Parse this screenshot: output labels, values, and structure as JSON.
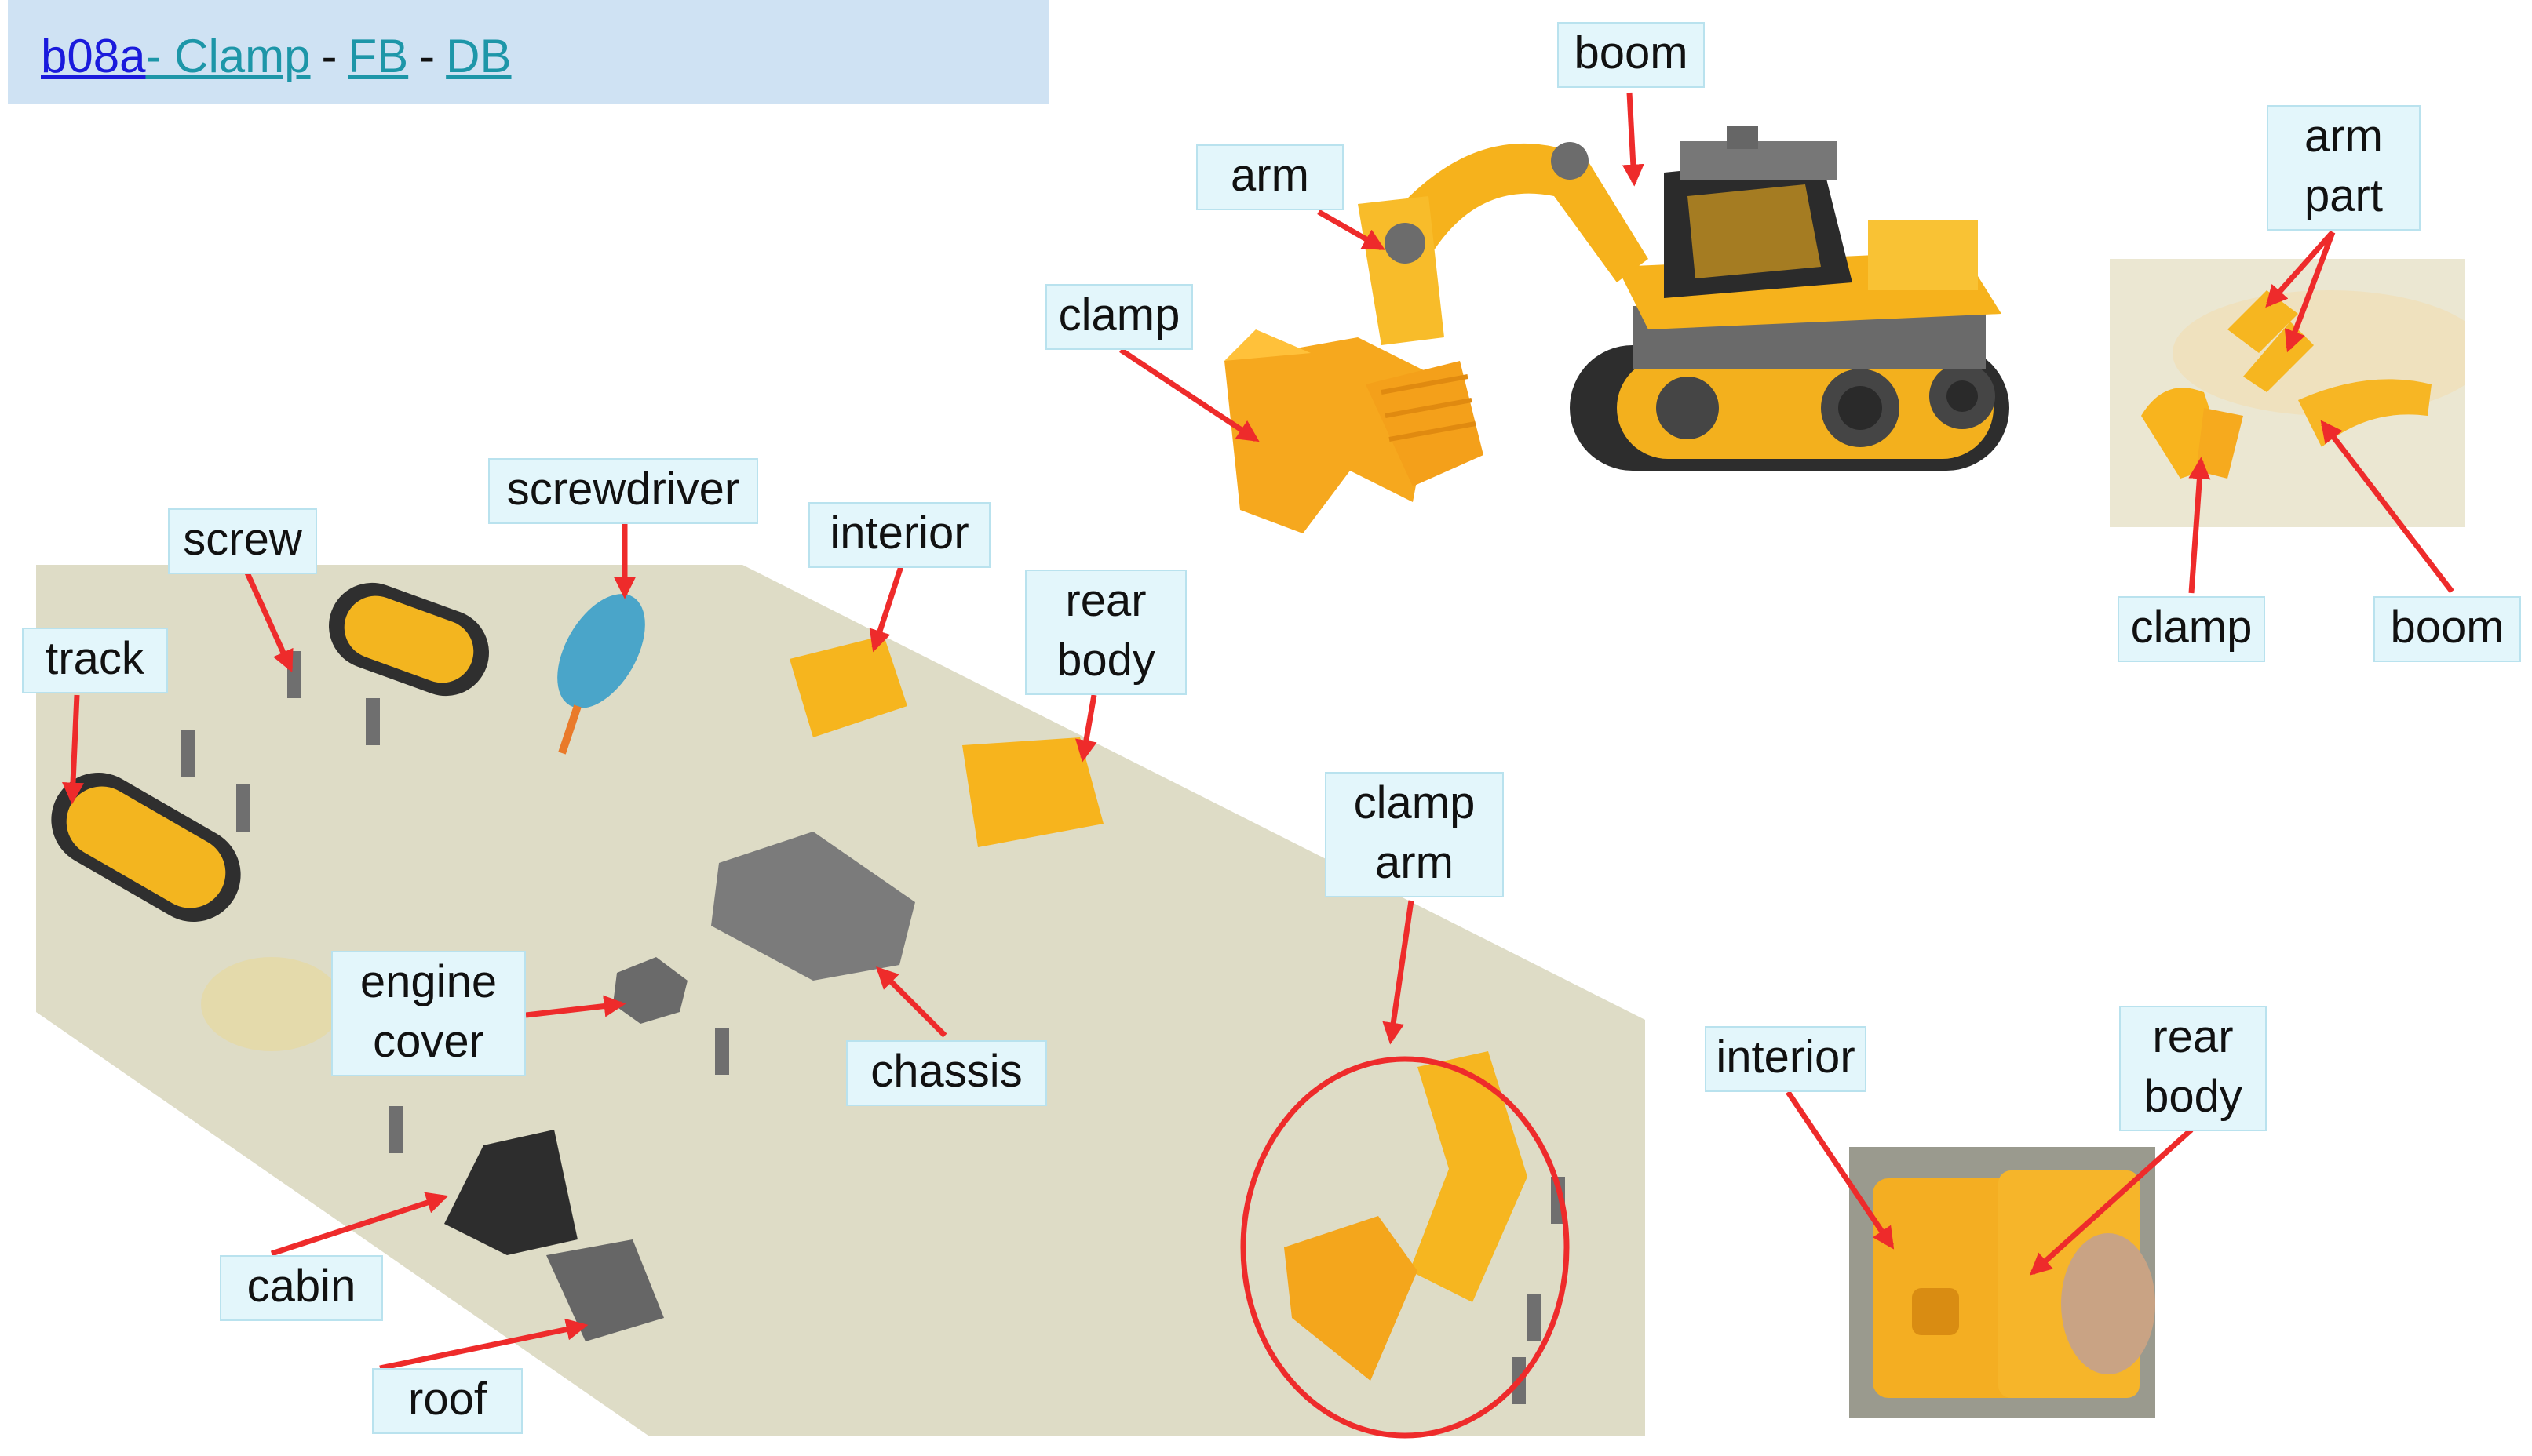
{
  "header": {
    "code_link": "b08a",
    "title_link": "- Clamp",
    "separator_1": "-",
    "fb_link": "FB",
    "separator_2": "-",
    "db_link": "DB"
  },
  "labels": {
    "boom_top": "boom",
    "arm_top": "arm",
    "clamp_top": "clamp",
    "arm_part_line1": "arm",
    "arm_part_line2": "part",
    "clamp_right": "clamp",
    "boom_right": "boom",
    "screwdriver": "screwdriver",
    "screw": "screw",
    "interior_mid": "interior",
    "track": "track",
    "rear_body_mid_line1": "rear",
    "rear_body_mid_line2": "body",
    "clamp_arm_line1": "clamp",
    "clamp_arm_line2": "arm",
    "engine_cover_line1": "engine",
    "engine_cover_line2": "cover",
    "chassis": "chassis",
    "cabin": "cabin",
    "roof": "roof",
    "interior_right": "interior",
    "rear_body_right_line1": "rear",
    "rear_body_right_line2": "body"
  },
  "colors": {
    "header_bg": "#cfe2f3",
    "label_bg": "#e3f6fb",
    "arrow": "#ee2b2b",
    "link": "#1d96a8",
    "toy_yellow": "#f6b21c",
    "toy_grey": "#6f6f6f"
  },
  "images": {
    "excavator": "assembled-excavator-photo",
    "parts_board": "disassembled-parts-photo",
    "arm_parts": "arm-parts-photo",
    "body_parts": "interior-rear-body-photo"
  }
}
